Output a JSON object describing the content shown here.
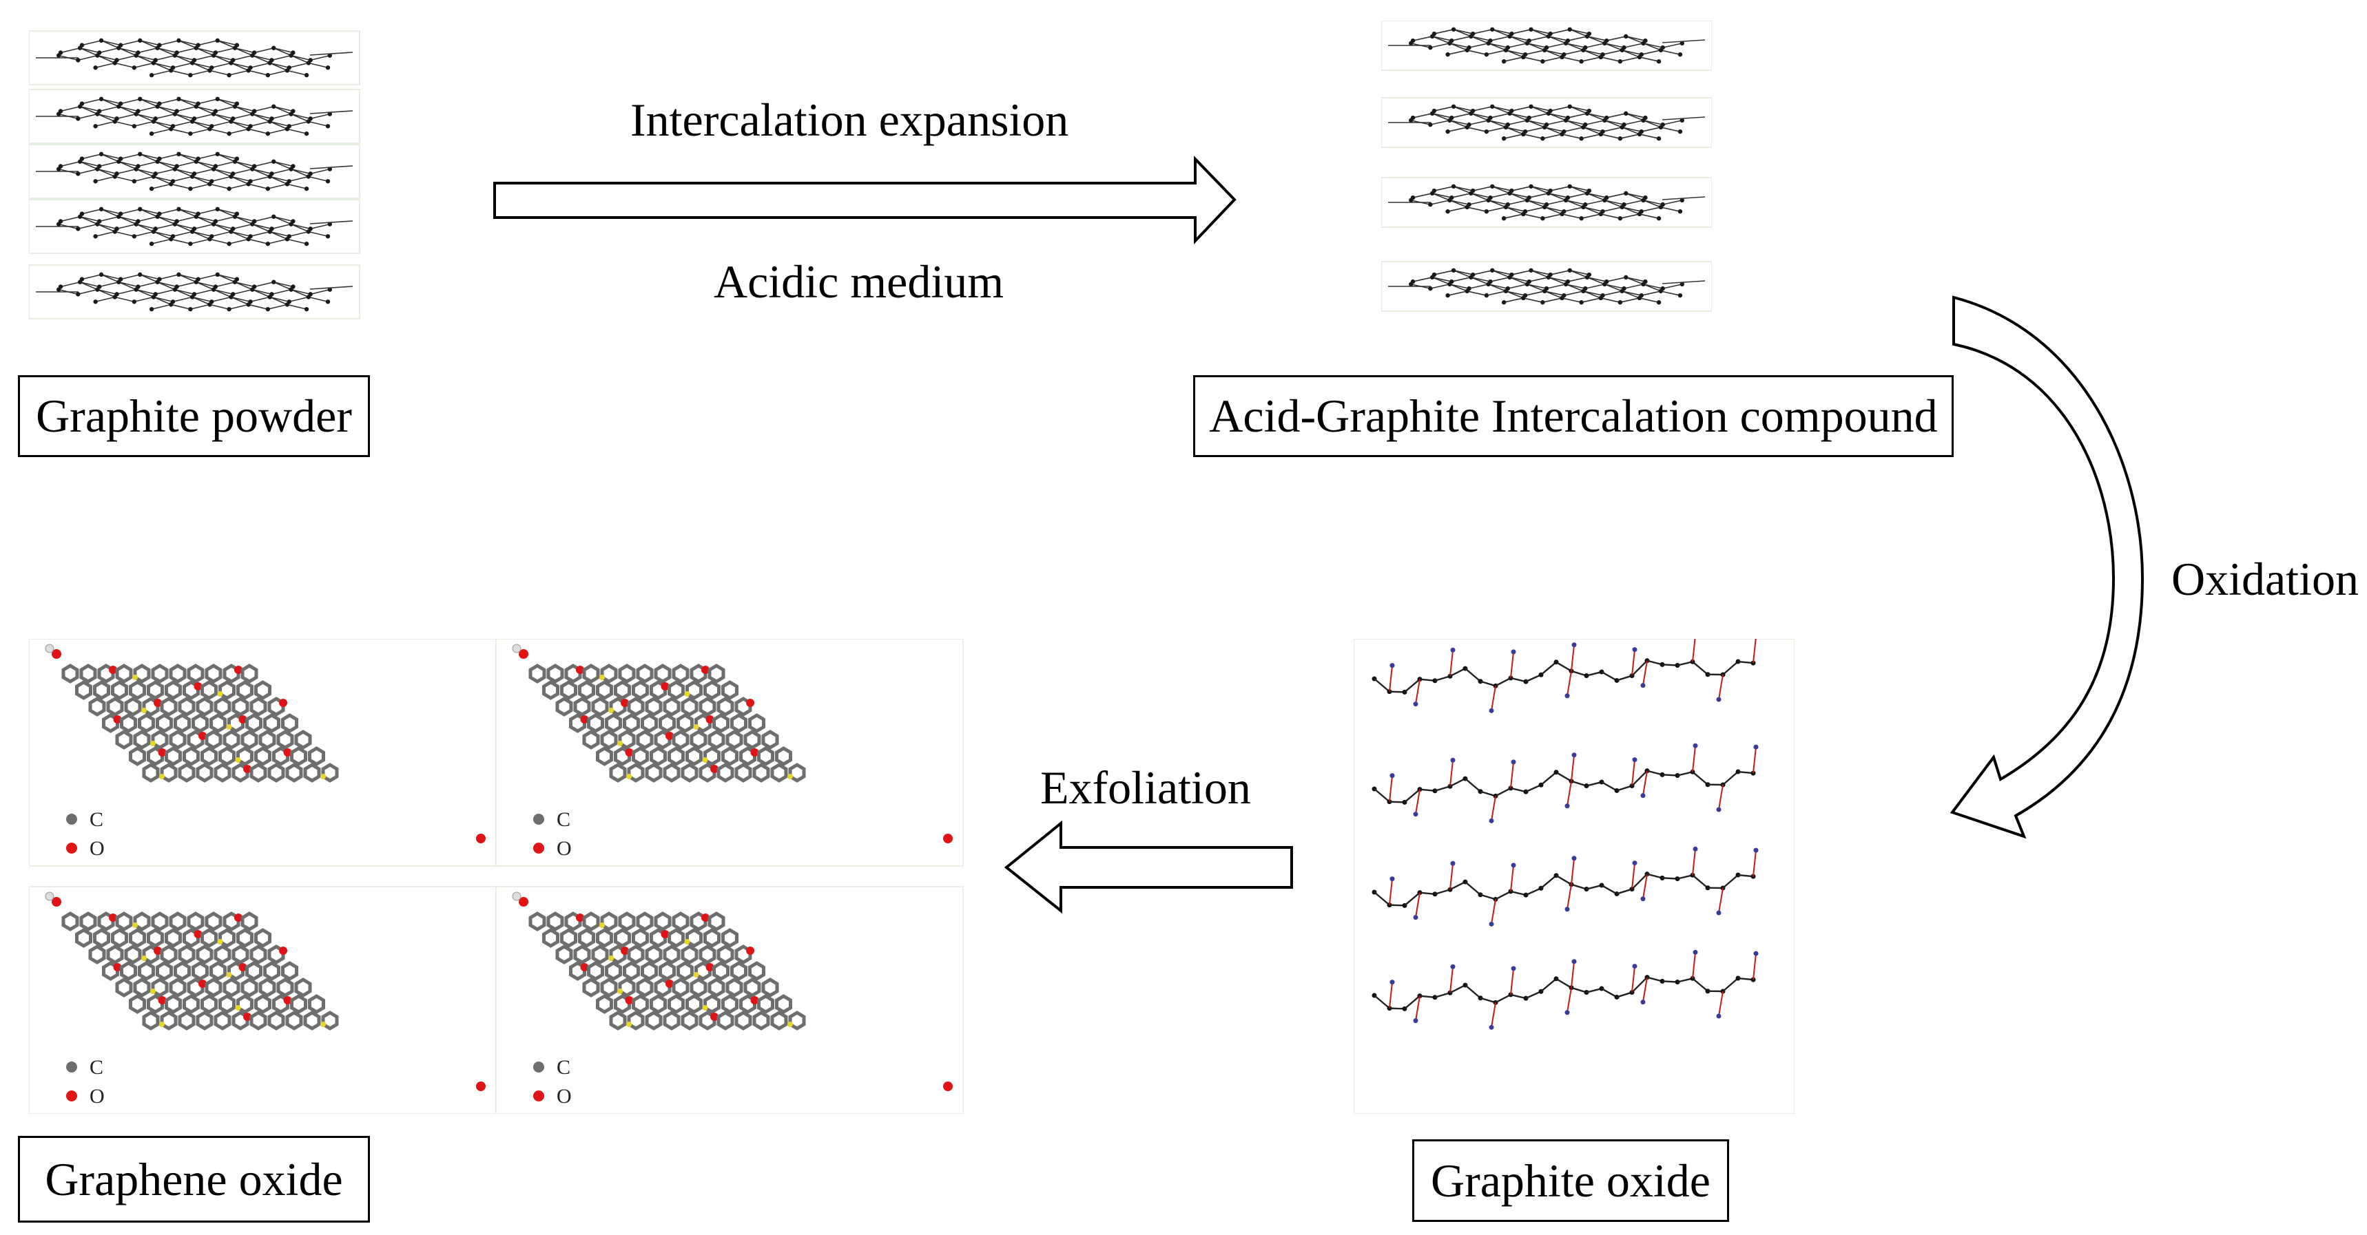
{
  "steps": {
    "intercalation": "Intercalation expansion",
    "medium": "Acidic medium",
    "oxidation": "Oxidation",
    "exfoliation": "Exfoliation"
  },
  "labels": {
    "graphite_powder": "Graphite powder",
    "agic": "Acid-Graphite Intercalation compound",
    "graphite_oxide": "Graphite oxide",
    "graphene_oxide": "Graphene oxide"
  },
  "legend": {
    "carbon": "C",
    "oxygen": "O"
  },
  "colors": {
    "carbon": "#6e6e6e",
    "oxygen": "#e01414",
    "hydrogen": "#f2f2f2",
    "bond_highlight": "#e8d62a",
    "oxide_bond": "#c41a1a",
    "oxide_atom": "#3a3a9a"
  }
}
